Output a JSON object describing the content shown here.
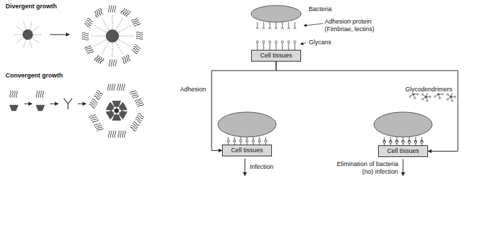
{
  "diagram": {
    "nodes": [
      {
        "text": [
          "Cell tissues"
        ]
      },
      {
        "text": [
          "Cell tissues"
        ]
      },
      {
        "text": [
          "Cell tissues"
        ]
      }
    ],
    "edges": [
      {
        "from": 0,
        "to": 1,
        "label": "Adhesion",
        "arrow": "to"
      },
      {
        "from": 0,
        "to": 2,
        "label": "Glycodendrimers",
        "arrow": "to"
      }
    ],
    "labels": [
      "Divergent growth",
      "Convergent growth",
      "Bacteria",
      "Adhesion protein (Fimbriae, lectins)",
      "Glycans",
      "Infection",
      "Elimination of bacteria (no) infection"
    ]
  }
}
